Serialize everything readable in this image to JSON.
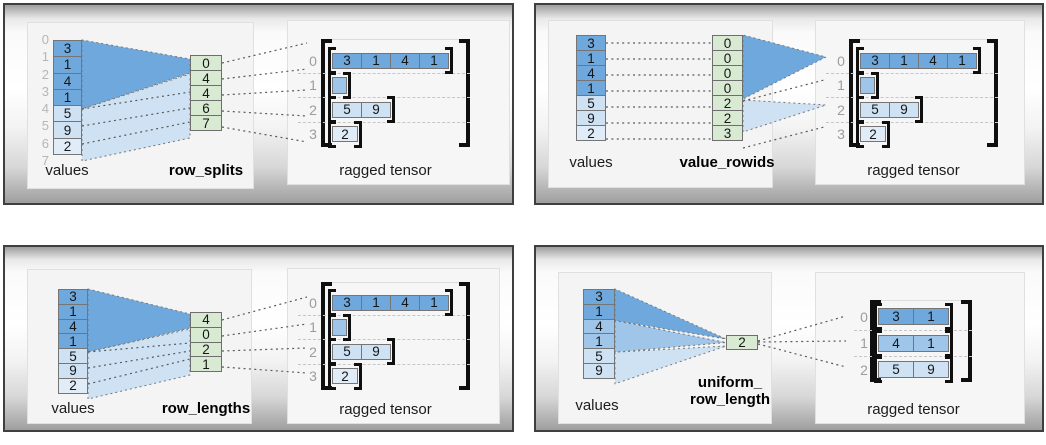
{
  "colors": {
    "dark_blue": "#6fa8dc",
    "mid_blue": "#9fc5e8",
    "light_blue": "#cfe2f3",
    "pale_blue": "#e0ecf8",
    "partition_green": "#d9ead3"
  },
  "panels": [
    {
      "method": "row_splits",
      "labels": {
        "values": "values",
        "method": "row_splits",
        "ragged": "ragged tensor"
      },
      "value_indices": [
        "0",
        "1",
        "2",
        "3",
        "4",
        "5",
        "6",
        "7"
      ],
      "values": [
        {
          "v": "3",
          "cls": "dark"
        },
        {
          "v": "1",
          "cls": "dark"
        },
        {
          "v": "4",
          "cls": "dark"
        },
        {
          "v": "1",
          "cls": "dark"
        },
        {
          "v": "5",
          "cls": "light"
        },
        {
          "v": "9",
          "cls": "light"
        },
        {
          "v": "2",
          "cls": "pale"
        }
      ],
      "partition": [
        {
          "v": "0"
        },
        {
          "v": "4"
        },
        {
          "v": "4"
        },
        {
          "v": "6"
        },
        {
          "v": "7"
        }
      ],
      "ragged_rows": [
        {
          "label": "0",
          "cells": [
            {
              "v": "3",
              "cls": "dark"
            },
            {
              "v": "1",
              "cls": "dark"
            },
            {
              "v": "4",
              "cls": "dark"
            },
            {
              "v": "1",
              "cls": "dark"
            }
          ]
        },
        {
          "label": "1",
          "cells": [
            {
              "v": "",
              "cls": "mid esq"
            }
          ]
        },
        {
          "label": "2",
          "cells": [
            {
              "v": "5",
              "cls": "light"
            },
            {
              "v": "9",
              "cls": "light"
            }
          ]
        },
        {
          "label": "3",
          "cells": [
            {
              "v": "2",
              "cls": "pale narrow"
            }
          ]
        }
      ]
    },
    {
      "method": "value_rowids",
      "labels": {
        "values": "values",
        "method": "value_rowids",
        "ragged": "ragged tensor"
      },
      "values": [
        {
          "v": "3",
          "cls": "dark"
        },
        {
          "v": "1",
          "cls": "dark"
        },
        {
          "v": "4",
          "cls": "dark"
        },
        {
          "v": "1",
          "cls": "dark"
        },
        {
          "v": "5",
          "cls": "light"
        },
        {
          "v": "9",
          "cls": "light"
        },
        {
          "v": "2",
          "cls": "pale"
        }
      ],
      "partition": [
        {
          "v": "0"
        },
        {
          "v": "0"
        },
        {
          "v": "0"
        },
        {
          "v": "0"
        },
        {
          "v": "2"
        },
        {
          "v": "2"
        },
        {
          "v": "3"
        }
      ],
      "ragged_rows": [
        {
          "label": "0",
          "cells": [
            {
              "v": "3",
              "cls": "dark"
            },
            {
              "v": "1",
              "cls": "dark"
            },
            {
              "v": "4",
              "cls": "dark"
            },
            {
              "v": "1",
              "cls": "dark"
            }
          ]
        },
        {
          "label": "1",
          "cells": [
            {
              "v": "",
              "cls": "mid esq"
            }
          ]
        },
        {
          "label": "2",
          "cells": [
            {
              "v": "5",
              "cls": "light"
            },
            {
              "v": "9",
              "cls": "light"
            }
          ]
        },
        {
          "label": "3",
          "cells": [
            {
              "v": "2",
              "cls": "pale narrow"
            }
          ]
        }
      ]
    },
    {
      "method": "row_lengths",
      "labels": {
        "values": "values",
        "method": "row_lengths",
        "ragged": "ragged tensor"
      },
      "values": [
        {
          "v": "3",
          "cls": "dark"
        },
        {
          "v": "1",
          "cls": "dark"
        },
        {
          "v": "4",
          "cls": "dark"
        },
        {
          "v": "1",
          "cls": "dark"
        },
        {
          "v": "5",
          "cls": "light"
        },
        {
          "v": "9",
          "cls": "light"
        },
        {
          "v": "2",
          "cls": "pale"
        }
      ],
      "partition": [
        {
          "v": "4"
        },
        {
          "v": "0"
        },
        {
          "v": "2"
        },
        {
          "v": "1"
        }
      ],
      "ragged_rows": [
        {
          "label": "0",
          "cells": [
            {
              "v": "3",
              "cls": "dark"
            },
            {
              "v": "1",
              "cls": "dark"
            },
            {
              "v": "4",
              "cls": "dark"
            },
            {
              "v": "1",
              "cls": "dark"
            }
          ]
        },
        {
          "label": "1",
          "cells": [
            {
              "v": "",
              "cls": "mid esq"
            }
          ]
        },
        {
          "label": "2",
          "cells": [
            {
              "v": "5",
              "cls": "light"
            },
            {
              "v": "9",
              "cls": "light"
            }
          ]
        },
        {
          "label": "3",
          "cells": [
            {
              "v": "2",
              "cls": "pale narrow"
            }
          ]
        }
      ]
    },
    {
      "method": "uniform_row_length",
      "labels": {
        "values": "values",
        "method": "uniform_\nrow_length",
        "ragged": "ragged tensor"
      },
      "values": [
        {
          "v": "3",
          "cls": "dark"
        },
        {
          "v": "1",
          "cls": "dark"
        },
        {
          "v": "4",
          "cls": "mid"
        },
        {
          "v": "1",
          "cls": "mid"
        },
        {
          "v": "5",
          "cls": "light"
        },
        {
          "v": "9",
          "cls": "light"
        }
      ],
      "partition": [
        {
          "v": "2"
        }
      ],
      "ragged_rows": [
        {
          "label": "0",
          "cells": [
            {
              "v": "3",
              "cls": "dark"
            },
            {
              "v": "1",
              "cls": "dark"
            }
          ]
        },
        {
          "label": "1",
          "cells": [
            {
              "v": "4",
              "cls": "mid"
            },
            {
              "v": "1",
              "cls": "mid"
            }
          ]
        },
        {
          "label": "2",
          "cells": [
            {
              "v": "5",
              "cls": "light"
            },
            {
              "v": "9",
              "cls": "light"
            }
          ]
        }
      ]
    }
  ]
}
